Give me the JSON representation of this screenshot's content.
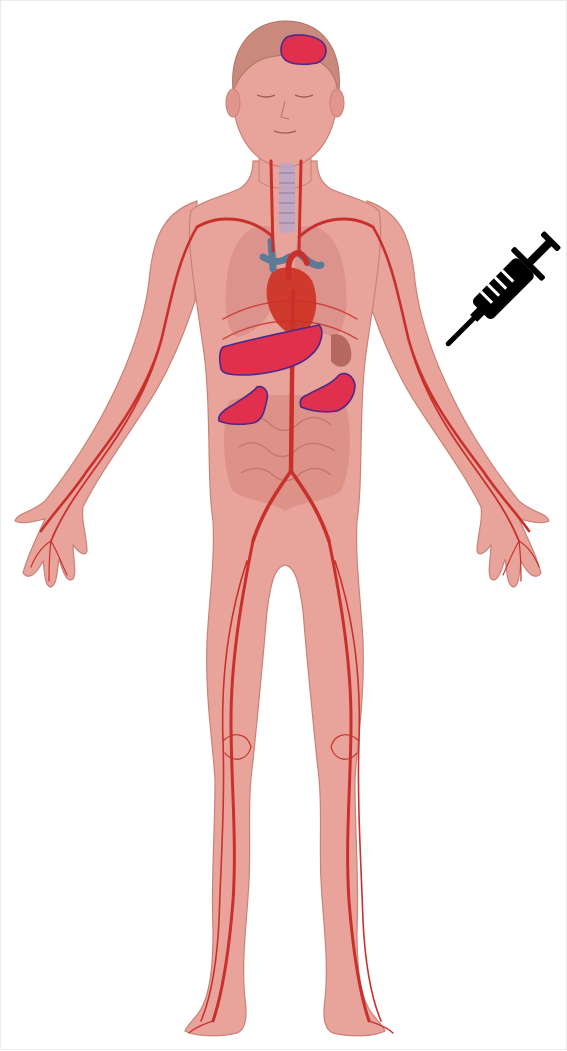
{
  "figure": {
    "kind": "anatomical-illustration",
    "subject": "human-body-circulatory-system",
    "highlighted_regions": [
      "brain",
      "liver",
      "kidney-left",
      "kidney-right"
    ],
    "injection_site": "right-arm",
    "injection_icon": "syringe-icon"
  },
  "colors": {
    "skin": "#e8a49a",
    "skin_outline": "#c98278",
    "hair": "#c98a7c",
    "artery": "#c9302c",
    "vein": "#5d7a99",
    "organ_highlight": "#e0304e",
    "organ_outline": "#4b2a8c",
    "lung": "#d98e88",
    "intestine": "#d88a80",
    "heart": "#d03a2c",
    "syringe": "#000000"
  }
}
